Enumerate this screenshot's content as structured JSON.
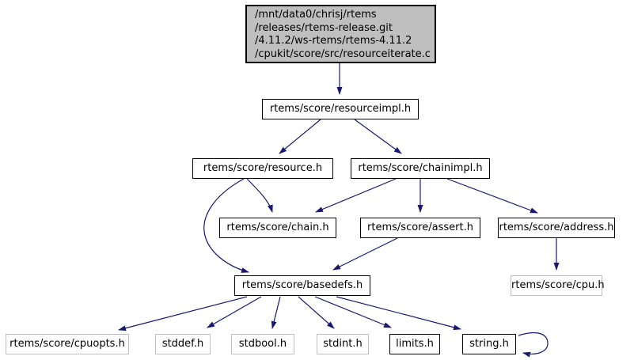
{
  "diagram": {
    "kind": "include-dependency-graph",
    "colors": {
      "edge": "#191970",
      "root_fill": "#bfbfbf",
      "node_fill": "#ffffff",
      "documented_border": "#000000",
      "external_border": "#bfbfbf",
      "text": "#000000",
      "background": "#ffffff"
    },
    "root": {
      "lines": [
        "/mnt/data0/chrisj/rtems",
        "/releases/rtems-release.git",
        "/4.11.2/ws-rtems/rtems-4.11.2",
        "/cpukit/score/src/resourceiterate.c"
      ]
    },
    "nodes": [
      {
        "label": "rtems/score/resourceimpl.h",
        "documented": true
      },
      {
        "label": "rtems/score/resource.h",
        "documented": true
      },
      {
        "label": "rtems/score/chainimpl.h",
        "documented": true
      },
      {
        "label": "rtems/score/chain.h",
        "documented": true
      },
      {
        "label": "rtems/score/assert.h",
        "documented": true
      },
      {
        "label": "rtems/score/address.h",
        "documented": true
      },
      {
        "label": "rtems/score/basedefs.h",
        "documented": true
      },
      {
        "label": "rtems/score/cpu.h",
        "documented": false
      },
      {
        "label": "rtems/score/cpuopts.h",
        "documented": false
      },
      {
        "label": "stddef.h",
        "documented": false
      },
      {
        "label": "stdbool.h",
        "documented": false
      },
      {
        "label": "stdint.h",
        "documented": false
      },
      {
        "label": "limits.h",
        "documented": true
      },
      {
        "label": "string.h",
        "documented": true
      }
    ],
    "edges": [
      {
        "from": "/cpukit/score/src/resourceiterate.c",
        "to": "rtems/score/resourceimpl.h"
      },
      {
        "from": "rtems/score/resourceimpl.h",
        "to": "rtems/score/resource.h"
      },
      {
        "from": "rtems/score/resourceimpl.h",
        "to": "rtems/score/chainimpl.h"
      },
      {
        "from": "rtems/score/resource.h",
        "to": "rtems/score/chain.h"
      },
      {
        "from": "rtems/score/resource.h",
        "to": "rtems/score/basedefs.h"
      },
      {
        "from": "rtems/score/chainimpl.h",
        "to": "rtems/score/chain.h"
      },
      {
        "from": "rtems/score/chainimpl.h",
        "to": "rtems/score/assert.h"
      },
      {
        "from": "rtems/score/chainimpl.h",
        "to": "rtems/score/address.h"
      },
      {
        "from": "rtems/score/assert.h",
        "to": "rtems/score/basedefs.h"
      },
      {
        "from": "rtems/score/address.h",
        "to": "rtems/score/cpu.h"
      },
      {
        "from": "rtems/score/basedefs.h",
        "to": "rtems/score/cpuopts.h"
      },
      {
        "from": "rtems/score/basedefs.h",
        "to": "stddef.h"
      },
      {
        "from": "rtems/score/basedefs.h",
        "to": "stdbool.h"
      },
      {
        "from": "rtems/score/basedefs.h",
        "to": "stdint.h"
      },
      {
        "from": "rtems/score/basedefs.h",
        "to": "limits.h"
      },
      {
        "from": "rtems/score/basedefs.h",
        "to": "string.h"
      },
      {
        "from": "string.h",
        "to": "string.h"
      }
    ]
  }
}
